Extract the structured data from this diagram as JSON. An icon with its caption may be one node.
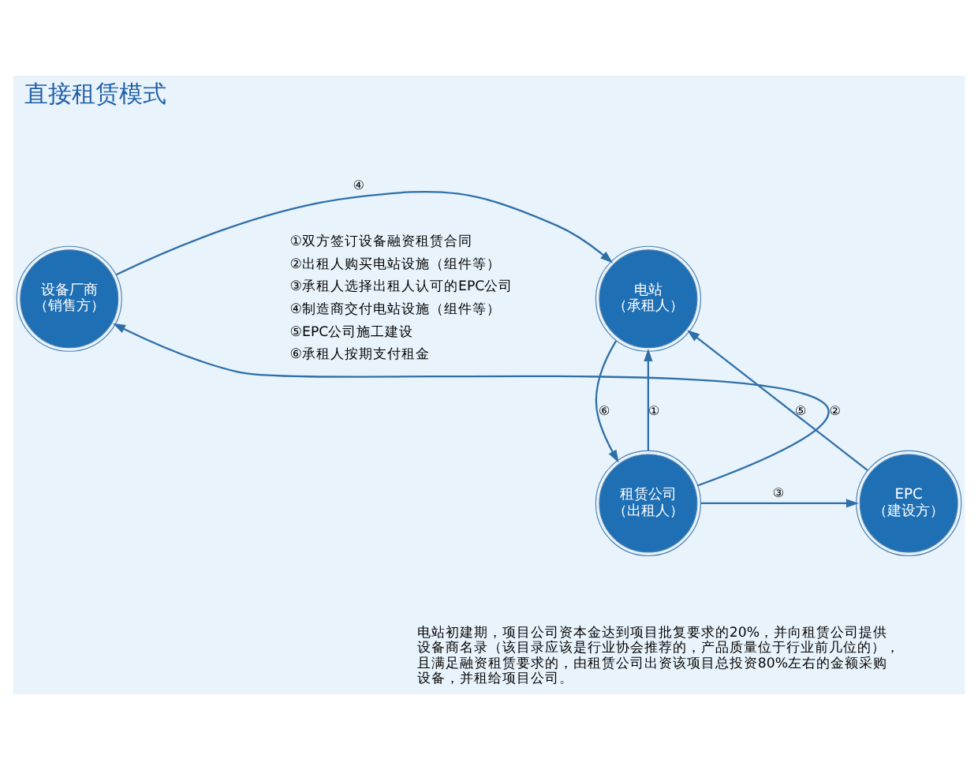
{
  "diagram": {
    "title": "直接租赁模式",
    "nodes": [
      {
        "text": [
          "电站",
          "（承租人）"
        ]
      },
      {
        "text": [
          "设备厂商",
          "（销售方）"
        ]
      },
      {
        "text": [
          "租赁公司",
          "（出租人）"
        ]
      },
      {
        "text": [
          "EPC",
          "（建设方）"
        ]
      }
    ],
    "edges": [
      {
        "from": 1,
        "to": 0,
        "arrow": "to",
        "label": "④"
      },
      {
        "from": 3,
        "to": 0,
        "arrow": "to",
        "label": "⑤"
      },
      {
        "from": 2,
        "to": 1,
        "arrow": "to",
        "label": "②"
      },
      {
        "from": 0,
        "to": 2,
        "arrow": "to",
        "label": "⑥"
      },
      {
        "from": 2,
        "to": 0,
        "arrow": "to",
        "label": "①"
      },
      {
        "from": 2,
        "to": 3,
        "arrow": "to",
        "label": "③"
      }
    ],
    "labels": [
      "①双方签订设备融资租赁合同",
      "②出租人购买电站设施（组件等）",
      "③承租人选择出租人认可的EPC公司",
      "④制造商交付电站设施（组件等）",
      "⑤EPC公司施工建设",
      "⑥承租人按期支付租金",
      "电站初建期，项目公司资本金达到项目批复要求的20%，并向租赁公司提供设备商名录（该目录应该是行业协会推荐的，产品质量位于行业前几位的），且满足融资租赁要求的，由租赁公司出资该项目总投资80%左右的金额采购设备，并租给项目公司。"
    ]
  }
}
